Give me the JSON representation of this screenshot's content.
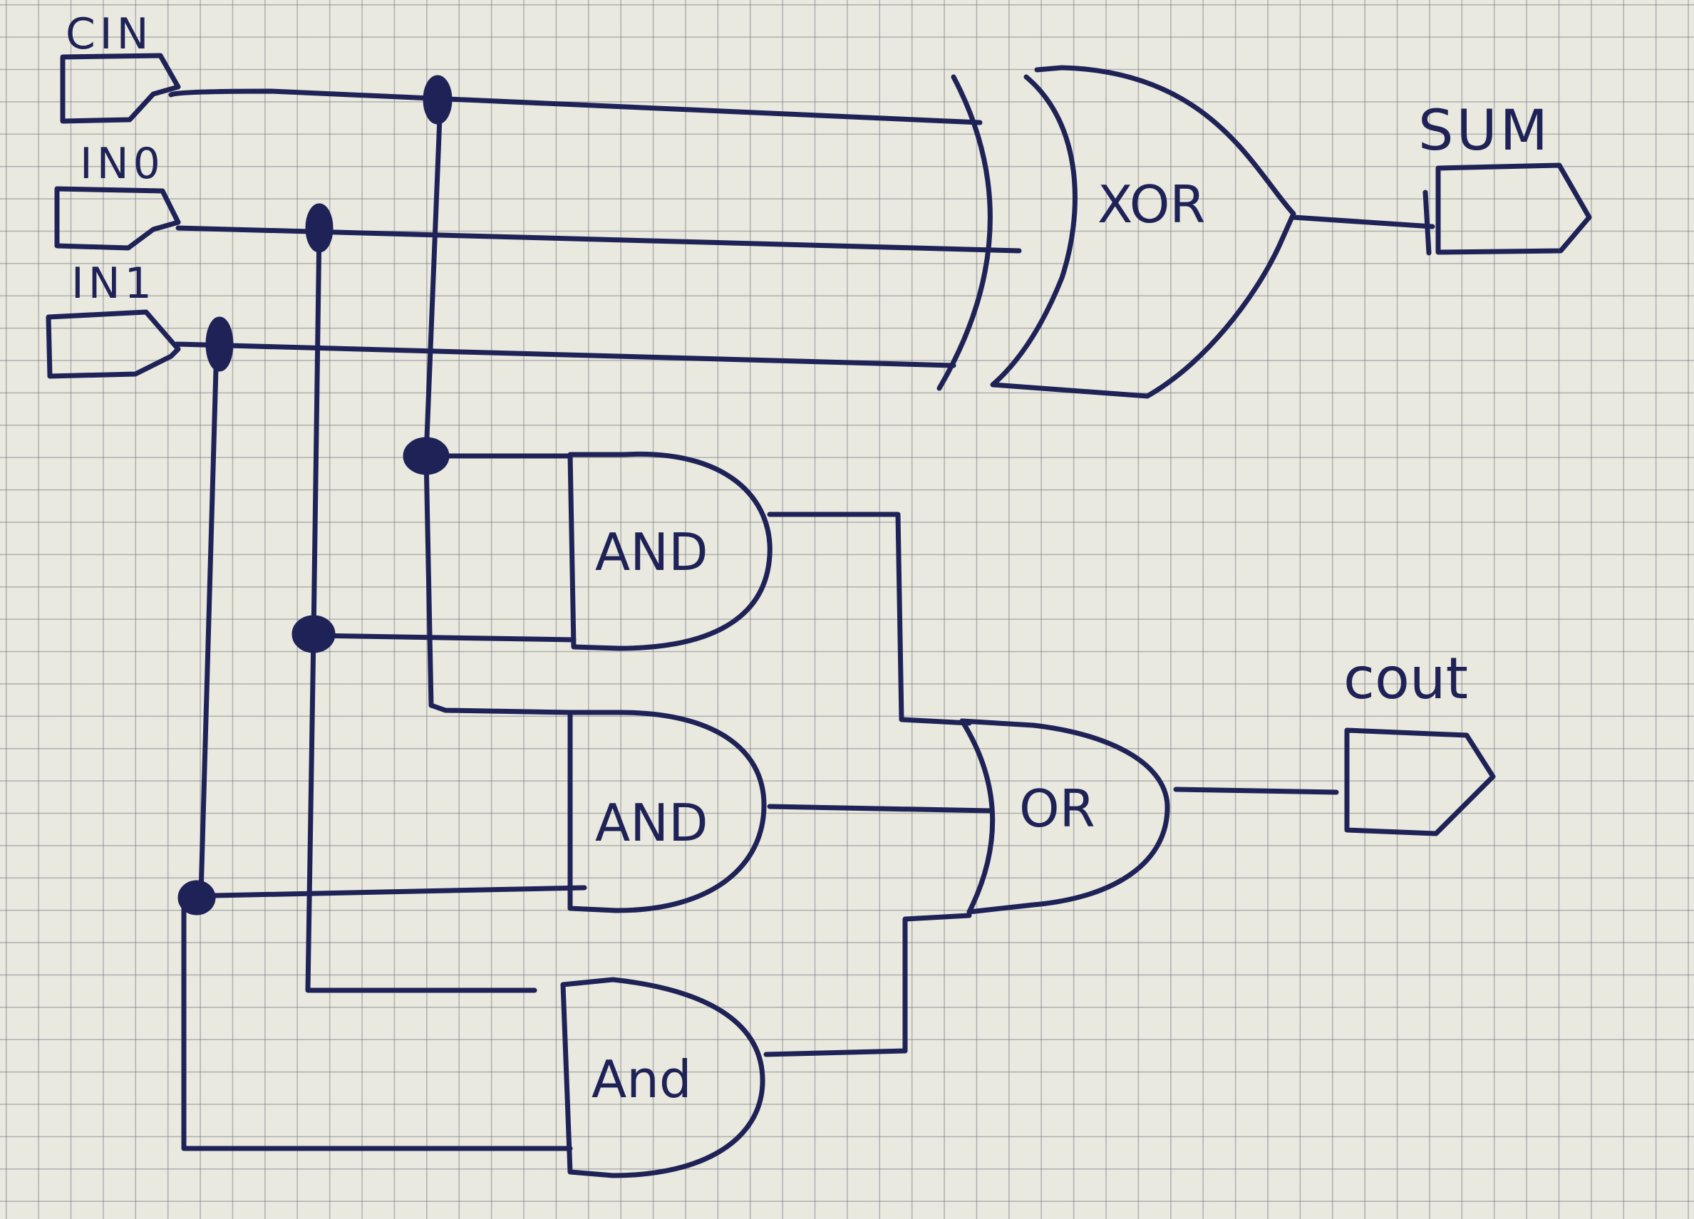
{
  "inputs": {
    "cin": "CIN",
    "in0": "IN0",
    "in1": "IN1"
  },
  "outputs": {
    "sum": "SUM",
    "cout": "cout"
  },
  "gates": {
    "xor": "XOR",
    "and1": "AND",
    "and2": "AND",
    "and3": "And",
    "or": "OR"
  },
  "colors": {
    "ink": "#1f2256",
    "paper": "#e9e9df",
    "grid": "#5f5f6e"
  }
}
